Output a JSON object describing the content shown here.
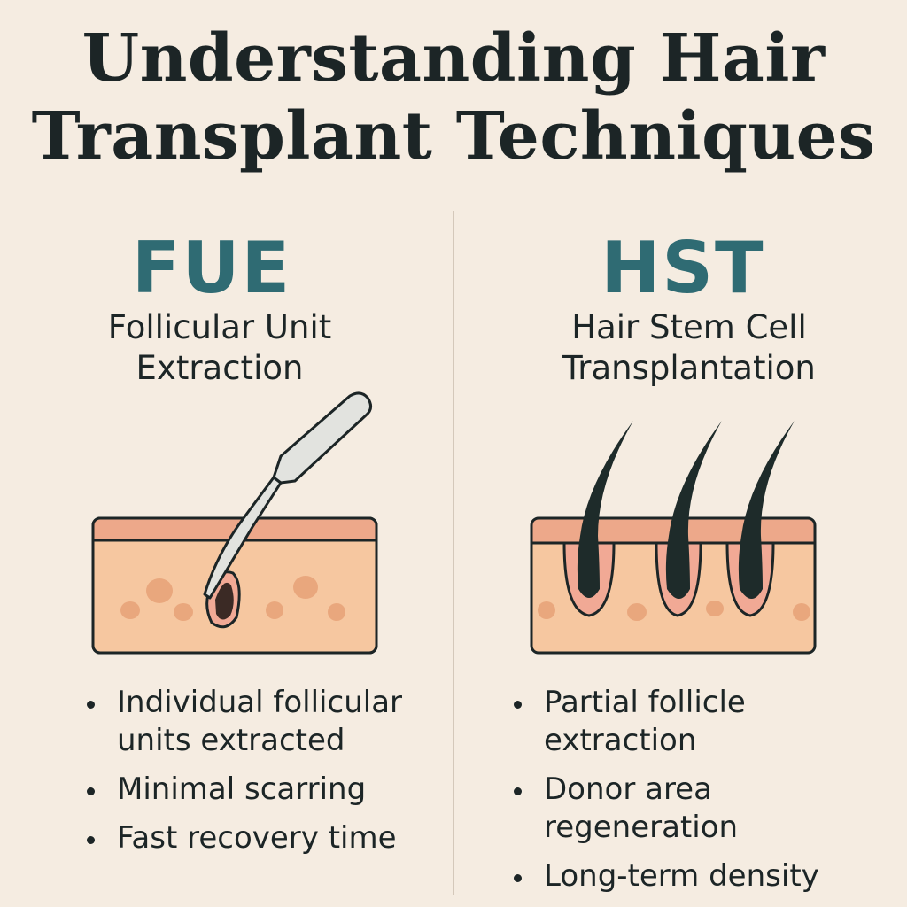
{
  "title": {
    "line1": "Understanding Hair",
    "line2": "Transplant Techniques"
  },
  "techniques": [
    {
      "abbr": "FUE",
      "full_line1": "Follicular Unit",
      "full_line2": "Extraction",
      "illustration": "scalpel-extracting-follicle",
      "points": [
        "Individual follicular units extracted",
        "Minimal scarring",
        "Fast recovery time"
      ]
    },
    {
      "abbr": "HST",
      "full_line1": "Hair Stem Cell",
      "full_line2": "Transplantation",
      "illustration": "three-hair-follicles-in-skin",
      "points": [
        "Partial follicle extraction",
        "Donor area regeneration",
        "Long-term density"
      ]
    }
  ],
  "colors": {
    "background": "#f5ece1",
    "heading": "#1c2526",
    "accent": "#2f6b73",
    "skin_top": "#eda88a",
    "skin_body": "#f6c7a0",
    "skin_spots": "#e9a77d",
    "hair": "#1e2b2a"
  }
}
